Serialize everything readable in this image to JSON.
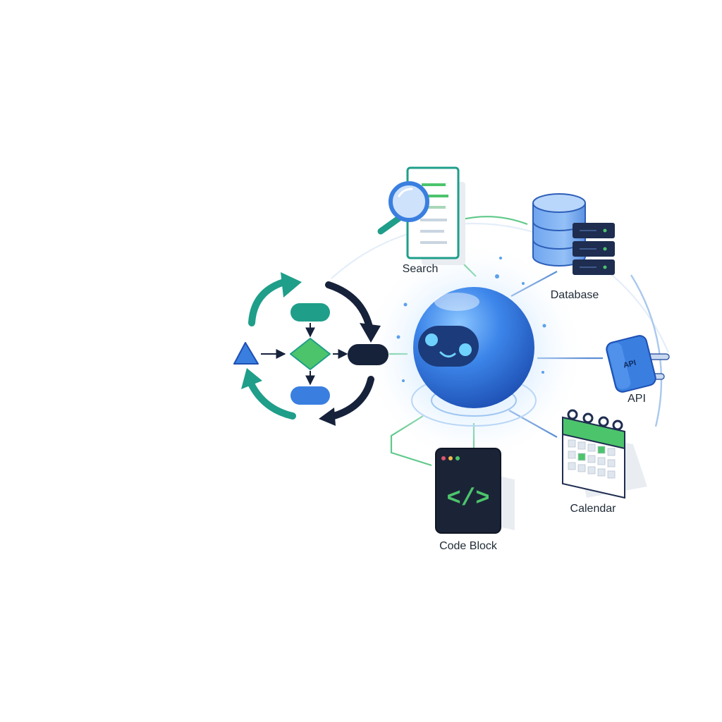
{
  "colors": {
    "primary_blue": "#3a7fe0",
    "teal": "#1f9e8a",
    "green": "#4cc46b",
    "navy": "#16213a",
    "line_green": "#5fc98a",
    "line_blue": "#5d8fd6"
  },
  "agent": {
    "icon": "robot-face-orb-icon"
  },
  "workflow": {
    "icons": [
      "cycle-arrows-icon",
      "flowchart-icon"
    ]
  },
  "tools": {
    "search": {
      "label": "Search",
      "icon": "search-document-icon"
    },
    "database": {
      "label": "Database",
      "icon": "database-server-icon"
    },
    "api": {
      "label": "API",
      "icon": "api-plug-icon",
      "plug_text": "API"
    },
    "calendar": {
      "label": "Calendar",
      "icon": "calendar-icon"
    },
    "code_block": {
      "label": "Code Block",
      "icon": "code-window-icon",
      "code_glyph": "</>"
    }
  }
}
